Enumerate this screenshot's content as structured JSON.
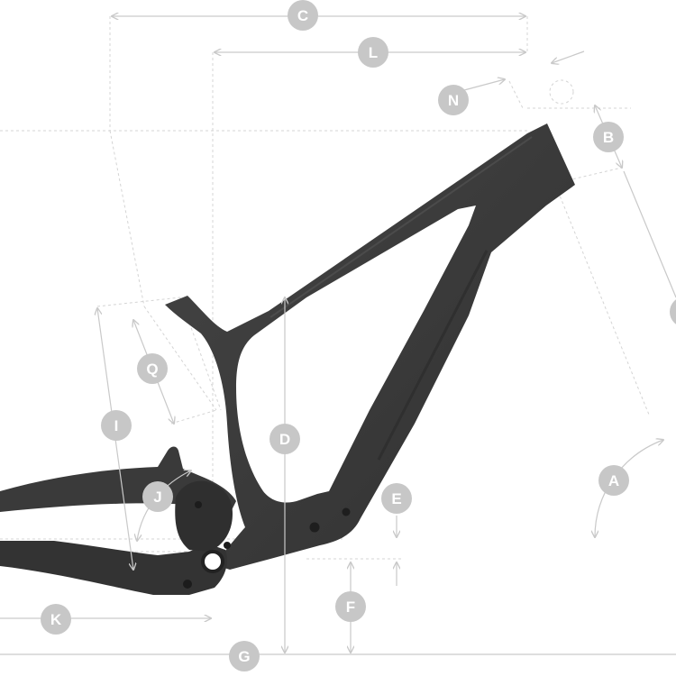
{
  "colors": {
    "frame": "#3b3b3b",
    "frame_dark": "#2c2c2c",
    "frame_highlight": "#505050",
    "dimension_line": "#c9c9c9",
    "badge_fill": "#c7c7c7",
    "badge_text": "#ffffff",
    "background": "#ffffff"
  },
  "labels": {
    "C": "C",
    "L": "L",
    "N": "N",
    "B": "B",
    "Q": "Q",
    "I": "I",
    "D": "D",
    "J": "J",
    "E": "E",
    "A": "A",
    "F": "F",
    "K": "K",
    "G": "G"
  }
}
